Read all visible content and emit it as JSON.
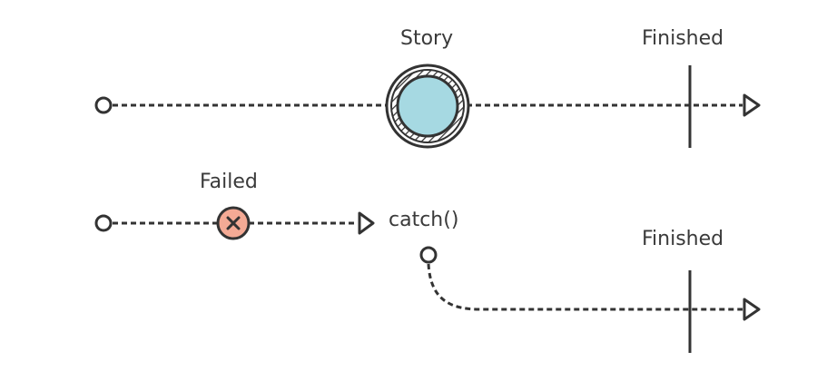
{
  "labels": {
    "story": "Story",
    "finished_top": "Finished",
    "failed": "Failed",
    "catch": "catch()",
    "finished_bottom": "Finished"
  },
  "colors": {
    "stroke": "#333333",
    "story_fill": "#a6d9e2",
    "failed_fill": "#f4aa95",
    "text": "#3a3a3a"
  },
  "icons": {
    "failed_marker": "x-icon",
    "line_end": "arrow-head-icon"
  }
}
